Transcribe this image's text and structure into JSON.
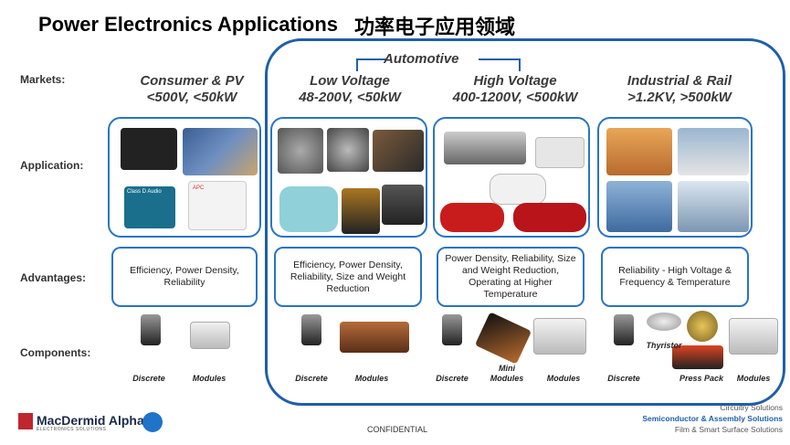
{
  "title": "Power Electronics Applications",
  "title_cn": "功率电子应用领域",
  "automotive_label": "Automotive",
  "row_labels": {
    "markets": "Markets:",
    "application": "Application:",
    "advantages": "Advantages:",
    "components": "Components:"
  },
  "markets": [
    {
      "name": "Consumer & PV",
      "spec": "<500V, <50kW"
    },
    {
      "name": "Low Voltage",
      "spec": "48-200V, <50kW"
    },
    {
      "name": "High Voltage",
      "spec": "400-1200V, <500kW"
    },
    {
      "name": "Industrial & Rail",
      "spec": ">1.2KV, >500kW"
    }
  ],
  "advantages": [
    "Efficiency, Power Density, Reliability",
    "Efficiency, Power Density, Reliability, Size and Weight Reduction",
    "Power Density, Reliability, Size and Weight Reduction, Operating at Higher Temperature",
    "Reliability - High Voltage & Frequency & Temperature"
  ],
  "components": {
    "consumer": [
      "Discrete",
      "Modules"
    ],
    "low_voltage": [
      "Discrete",
      "Modules"
    ],
    "high_voltage": [
      "Discrete",
      "Mini Modules",
      "Modules"
    ],
    "industrial": [
      "Discrete",
      "Thyristor",
      "Press Pack",
      "Modules"
    ]
  },
  "image_labels": {
    "class_d_audio": "Class D Audio",
    "apc": "APC"
  },
  "footer": {
    "logo": "MacDermid Alpha",
    "logo_sub": "ELECTRONICS SOLUTIONS",
    "confidential": "CONFIDENTIAL",
    "line1": "Circuitry Solutions",
    "line2": "Semiconductor & Assembly Solutions",
    "line3": "Film & Smart Surface Solutions"
  },
  "colors": {
    "frame_blue": "#1f5fa8",
    "box_blue": "#2a74c4",
    "footer_blue": "#1f5fa8",
    "logo_red": "#c0262d"
  }
}
